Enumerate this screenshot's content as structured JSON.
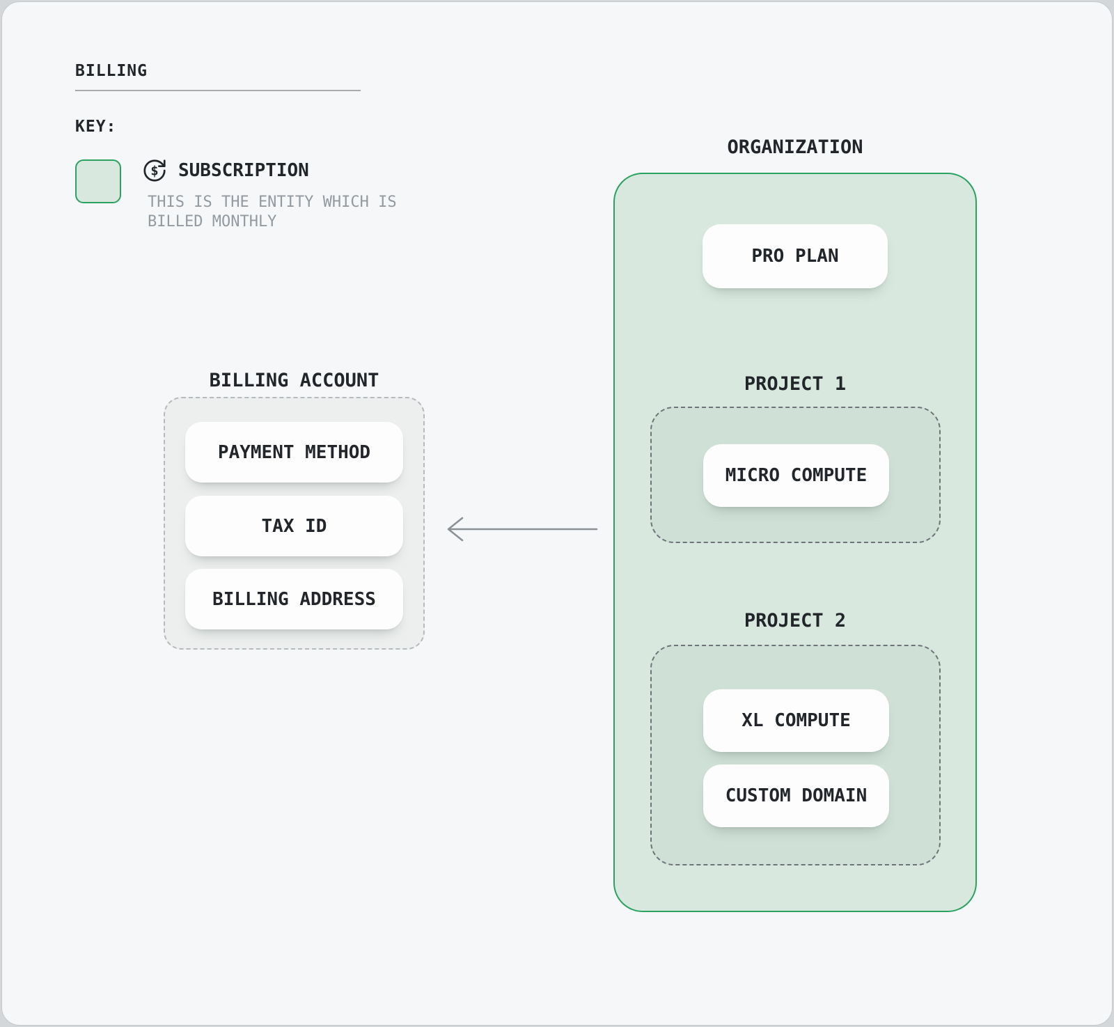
{
  "page": {
    "title": "BILLING"
  },
  "key": {
    "label": "KEY:",
    "item": {
      "name": "SUBSCRIPTION",
      "description_line1": "THIS IS THE ENTITY WHICH IS",
      "description_line2": "BILLED MONTHLY",
      "swatch_icon": "recurring-dollar-icon"
    }
  },
  "billing_account": {
    "label": "BILLING ACCOUNT",
    "items": [
      "PAYMENT METHOD",
      "TAX ID",
      "BILLING ADDRESS"
    ]
  },
  "organization": {
    "label": "ORGANIZATION",
    "plan": "PRO PLAN",
    "projects": [
      {
        "label": "PROJECT 1",
        "items": [
          "MICRO COMPUTE"
        ]
      },
      {
        "label": "PROJECT 2",
        "items": [
          "XL COMPUTE",
          "CUSTOM DOMAIN"
        ]
      }
    ]
  },
  "connector": {
    "direction": "organization-to-billing-account",
    "icon": "arrow-left-icon"
  },
  "colors": {
    "accent_green": "#29a35f",
    "org_fill": "#d8e8df",
    "project_fill": "#cfe0d7",
    "billing_fill": "#edefee",
    "billing_dash": "#b5babd",
    "project_dash": "#6d7378",
    "node_fill": "#fdfdfd",
    "card_bg": "#f5f7f9",
    "ink": "#22262a",
    "muted": "#939aa0",
    "arrow": "#8b9196"
  }
}
